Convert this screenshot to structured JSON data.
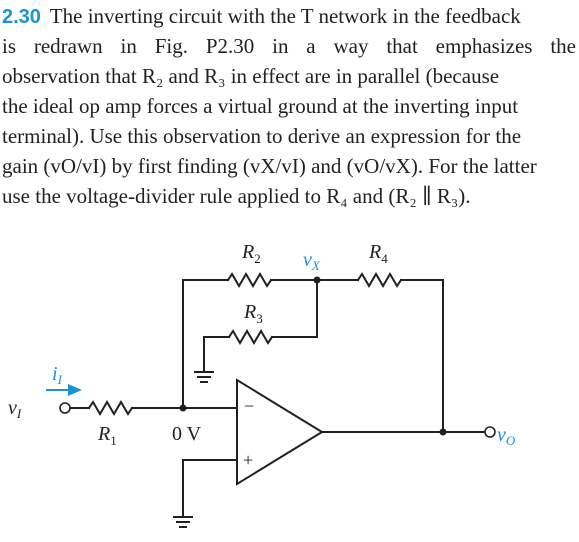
{
  "problem": {
    "number": "2.30",
    "lines": [
      " The inverting circuit with the T network in the feedback",
      "is redrawn in Fig. P2.30 in a way that emphasizes the",
      "observation that R₂ and R₃ in effect are in parallel (because",
      "the ideal op amp forces a virtual ground at the inverting input",
      "terminal). Use this observation to derive an expression for the",
      "gain (vO/vI) by first finding (vX/vI) and (vO/vX). For the latter",
      "use the voltage-divider rule applied to R₄ and (R₂ ∥ R₃)."
    ]
  },
  "circuit": {
    "r2": "R",
    "r2_sub": "2",
    "r3": "R",
    "r3_sub": "3",
    "r4": "R",
    "r4_sub": "4",
    "r1": "R",
    "r1_sub": "1",
    "vx": "v",
    "vx_sub": "X",
    "vi": "v",
    "vi_sub": "I",
    "vo": "v",
    "vo_sub": "O",
    "ii": "i",
    "ii_sub": "I",
    "zero_v": "0 V",
    "minus": "−",
    "plus": "+",
    "accent_color": "#1d93d2",
    "ink_color": "#231f20"
  }
}
